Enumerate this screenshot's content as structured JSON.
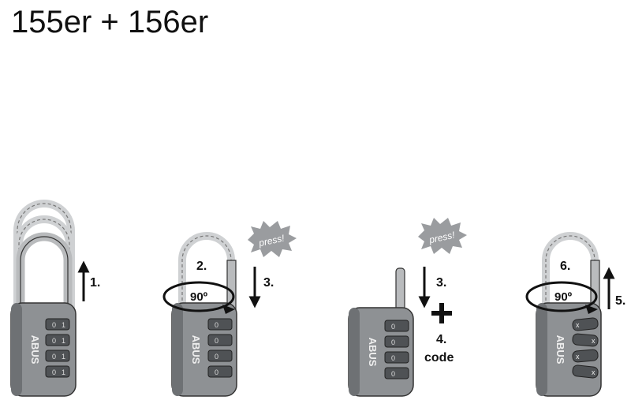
{
  "title": "155er + 156er",
  "brand": "ABUS",
  "colors": {
    "body": "#8e9194",
    "body_dark": "#5d6063",
    "shackle": "#b9bbbd",
    "ghost": "#cfd1d3",
    "ink": "#111111",
    "star": "#9a9c9f"
  },
  "panels": [
    {
      "id": "p1",
      "steps": [
        "1."
      ]
    },
    {
      "id": "p2",
      "steps": [
        "2.",
        "90º",
        "3."
      ],
      "burst": "press!"
    },
    {
      "id": "p3",
      "steps": [
        "3.",
        "4.",
        "code"
      ],
      "burst": "press!"
    },
    {
      "id": "p4",
      "steps": [
        "6.",
        "90º",
        "5."
      ]
    }
  ],
  "dial_digits": [
    "0",
    "1",
    "0",
    "1"
  ],
  "dial_marks": [
    "x",
    "x",
    "x",
    "x"
  ]
}
